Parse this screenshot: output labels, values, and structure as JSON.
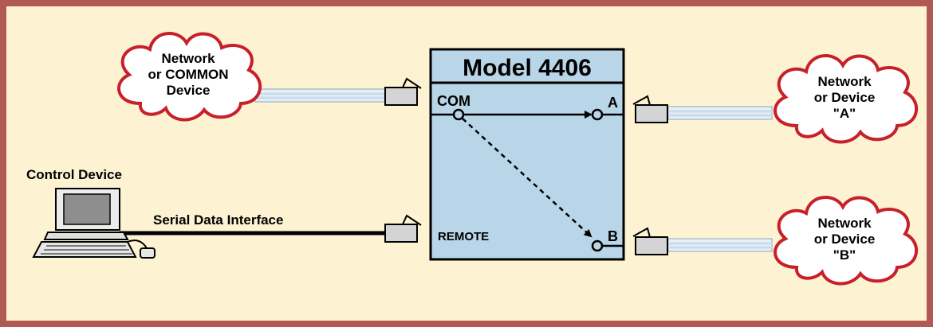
{
  "title": "Model 4406",
  "switch": {
    "com_label": "COM",
    "a_label": "A",
    "b_label": "B",
    "remote_label": "REMOTE"
  },
  "clouds": {
    "common": {
      "line1": "Network",
      "line2": "or COMMON",
      "line3": "Device"
    },
    "a": {
      "line1": "Network",
      "line2": "or Device",
      "line3": "\"A\""
    },
    "b": {
      "line1": "Network",
      "line2": "or Device",
      "line3": "\"B\""
    }
  },
  "control": {
    "device_label": "Control Device",
    "interface_label": "Serial Data Interface"
  },
  "colors": {
    "frame": "#b15a55",
    "background": "#fdf3d3",
    "cloud_outline": "#c8202a",
    "box_fill": "#b9d5e8",
    "cable": "#c7dcec",
    "connector": "#d4d4d4"
  }
}
